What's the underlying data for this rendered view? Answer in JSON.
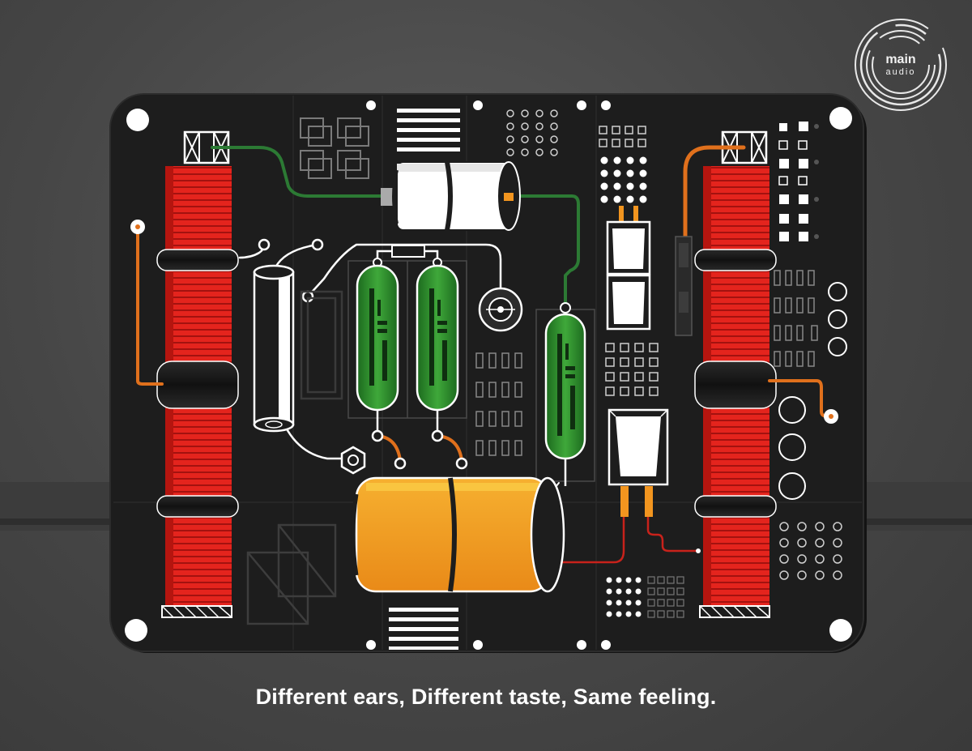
{
  "tagline": "Different ears, Different taste, Same feeling.",
  "brand": {
    "name": "main",
    "sub": "audio"
  },
  "colors": {
    "background": "#464646",
    "board": "#1d1d1d",
    "coil_red": "#e4241d",
    "capacitor_orange": "#f2951f",
    "resistor_green": "#2f8c2e",
    "wire_orange": "#e0701c",
    "wire_green": "#2c7a34",
    "wire_red": "#c8221b",
    "white": "#ffffff"
  },
  "icons": [
    "main-audio-logo-icon",
    "inductor-coil-icon",
    "capacitor-icon",
    "resistor-icon",
    "hex-nut-icon",
    "screw-hole-icon"
  ]
}
